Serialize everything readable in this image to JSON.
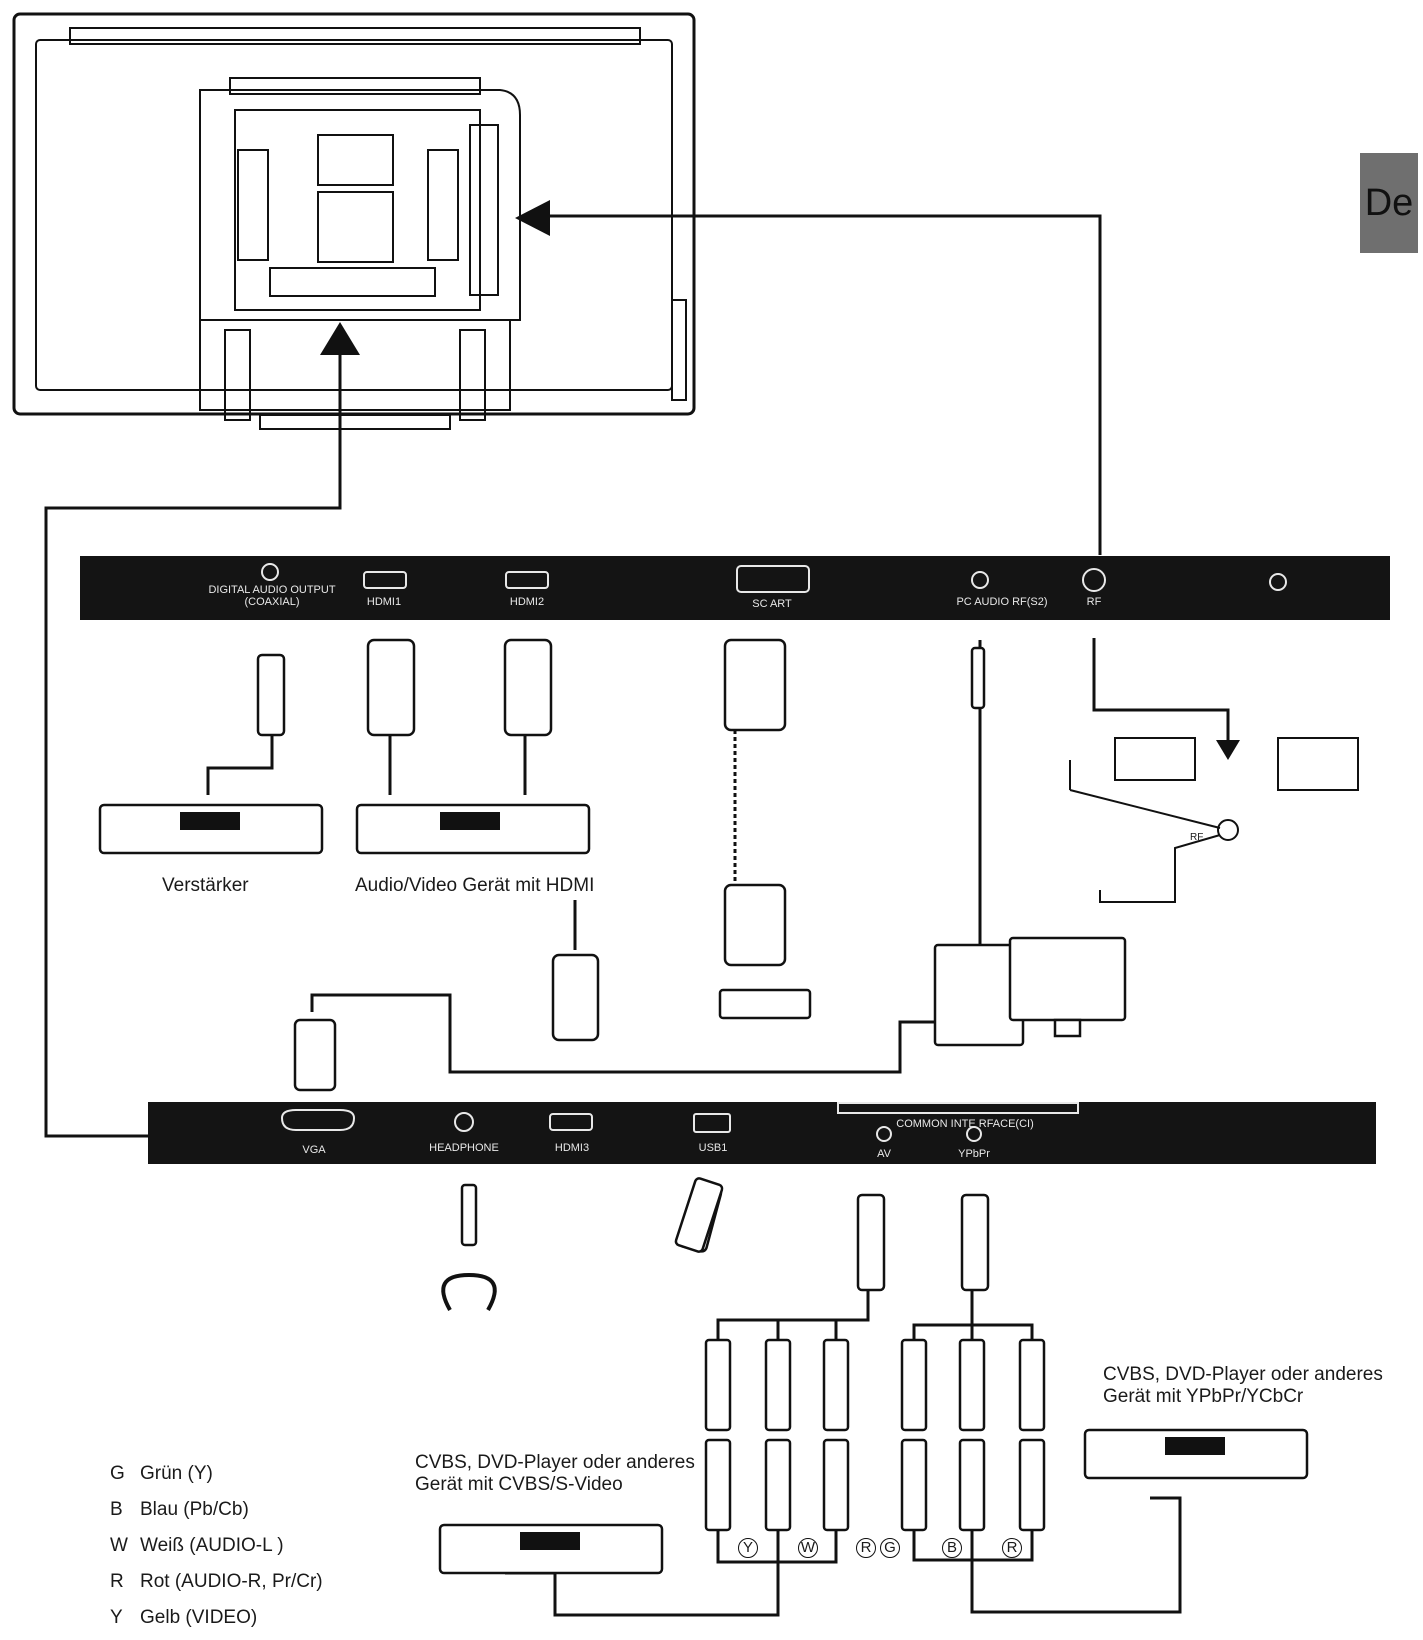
{
  "language_tab": "De",
  "top_panel_ports": {
    "digital_audio_output": "DIGITAL AUDIO OUTPUT",
    "digital_audio_output_sub": "(COAXIAL)",
    "hdmi1": "HDMI1",
    "hdmi2": "HDMI2",
    "scart": "SC ART",
    "pc_audio": "PC AUDIO RF(S2)",
    "rf": "RF"
  },
  "bottom_panel_ports": {
    "vga": "VGA",
    "headphone": "HEADPHONE",
    "hdmi3": "HDMI3",
    "usb1": "USB1",
    "common_interface": "COMMON INTE RFACE(CI)",
    "av": "AV",
    "ypbpr": "YPbPr"
  },
  "device_labels": {
    "amplifier": "Verstärker",
    "av_hdmi": "Audio/Video Gerät mit HDMI",
    "cvbs_ypbpr_line1": "CVBS, DVD-Player oder anderes",
    "cvbs_ypbpr_line2": "Gerät mit YPbPr/YCbCr",
    "cvbs_svideo_line1": "CVBS, DVD-Player oder anderes",
    "cvbs_svideo_line2": "Gerät mit CVBS/S-Video"
  },
  "rf_label": "RF",
  "connector_letters": [
    "Y",
    "W",
    "R",
    "G",
    "B",
    "R"
  ],
  "legend": [
    {
      "key": "G",
      "text": "Grün (Y)"
    },
    {
      "key": "B",
      "text": "Blau (Pb/Cb)"
    },
    {
      "key": "W",
      "text": "Weiß (AUDIO-L )"
    },
    {
      "key": "R",
      "text": "Rot (AUDIO-R, Pr/Cr)"
    },
    {
      "key": "Y",
      "text": "Gelb (VIDEO)"
    }
  ],
  "colors": {
    "panel": "#141414",
    "line": "#111111",
    "tab": "#6f6f6f"
  }
}
